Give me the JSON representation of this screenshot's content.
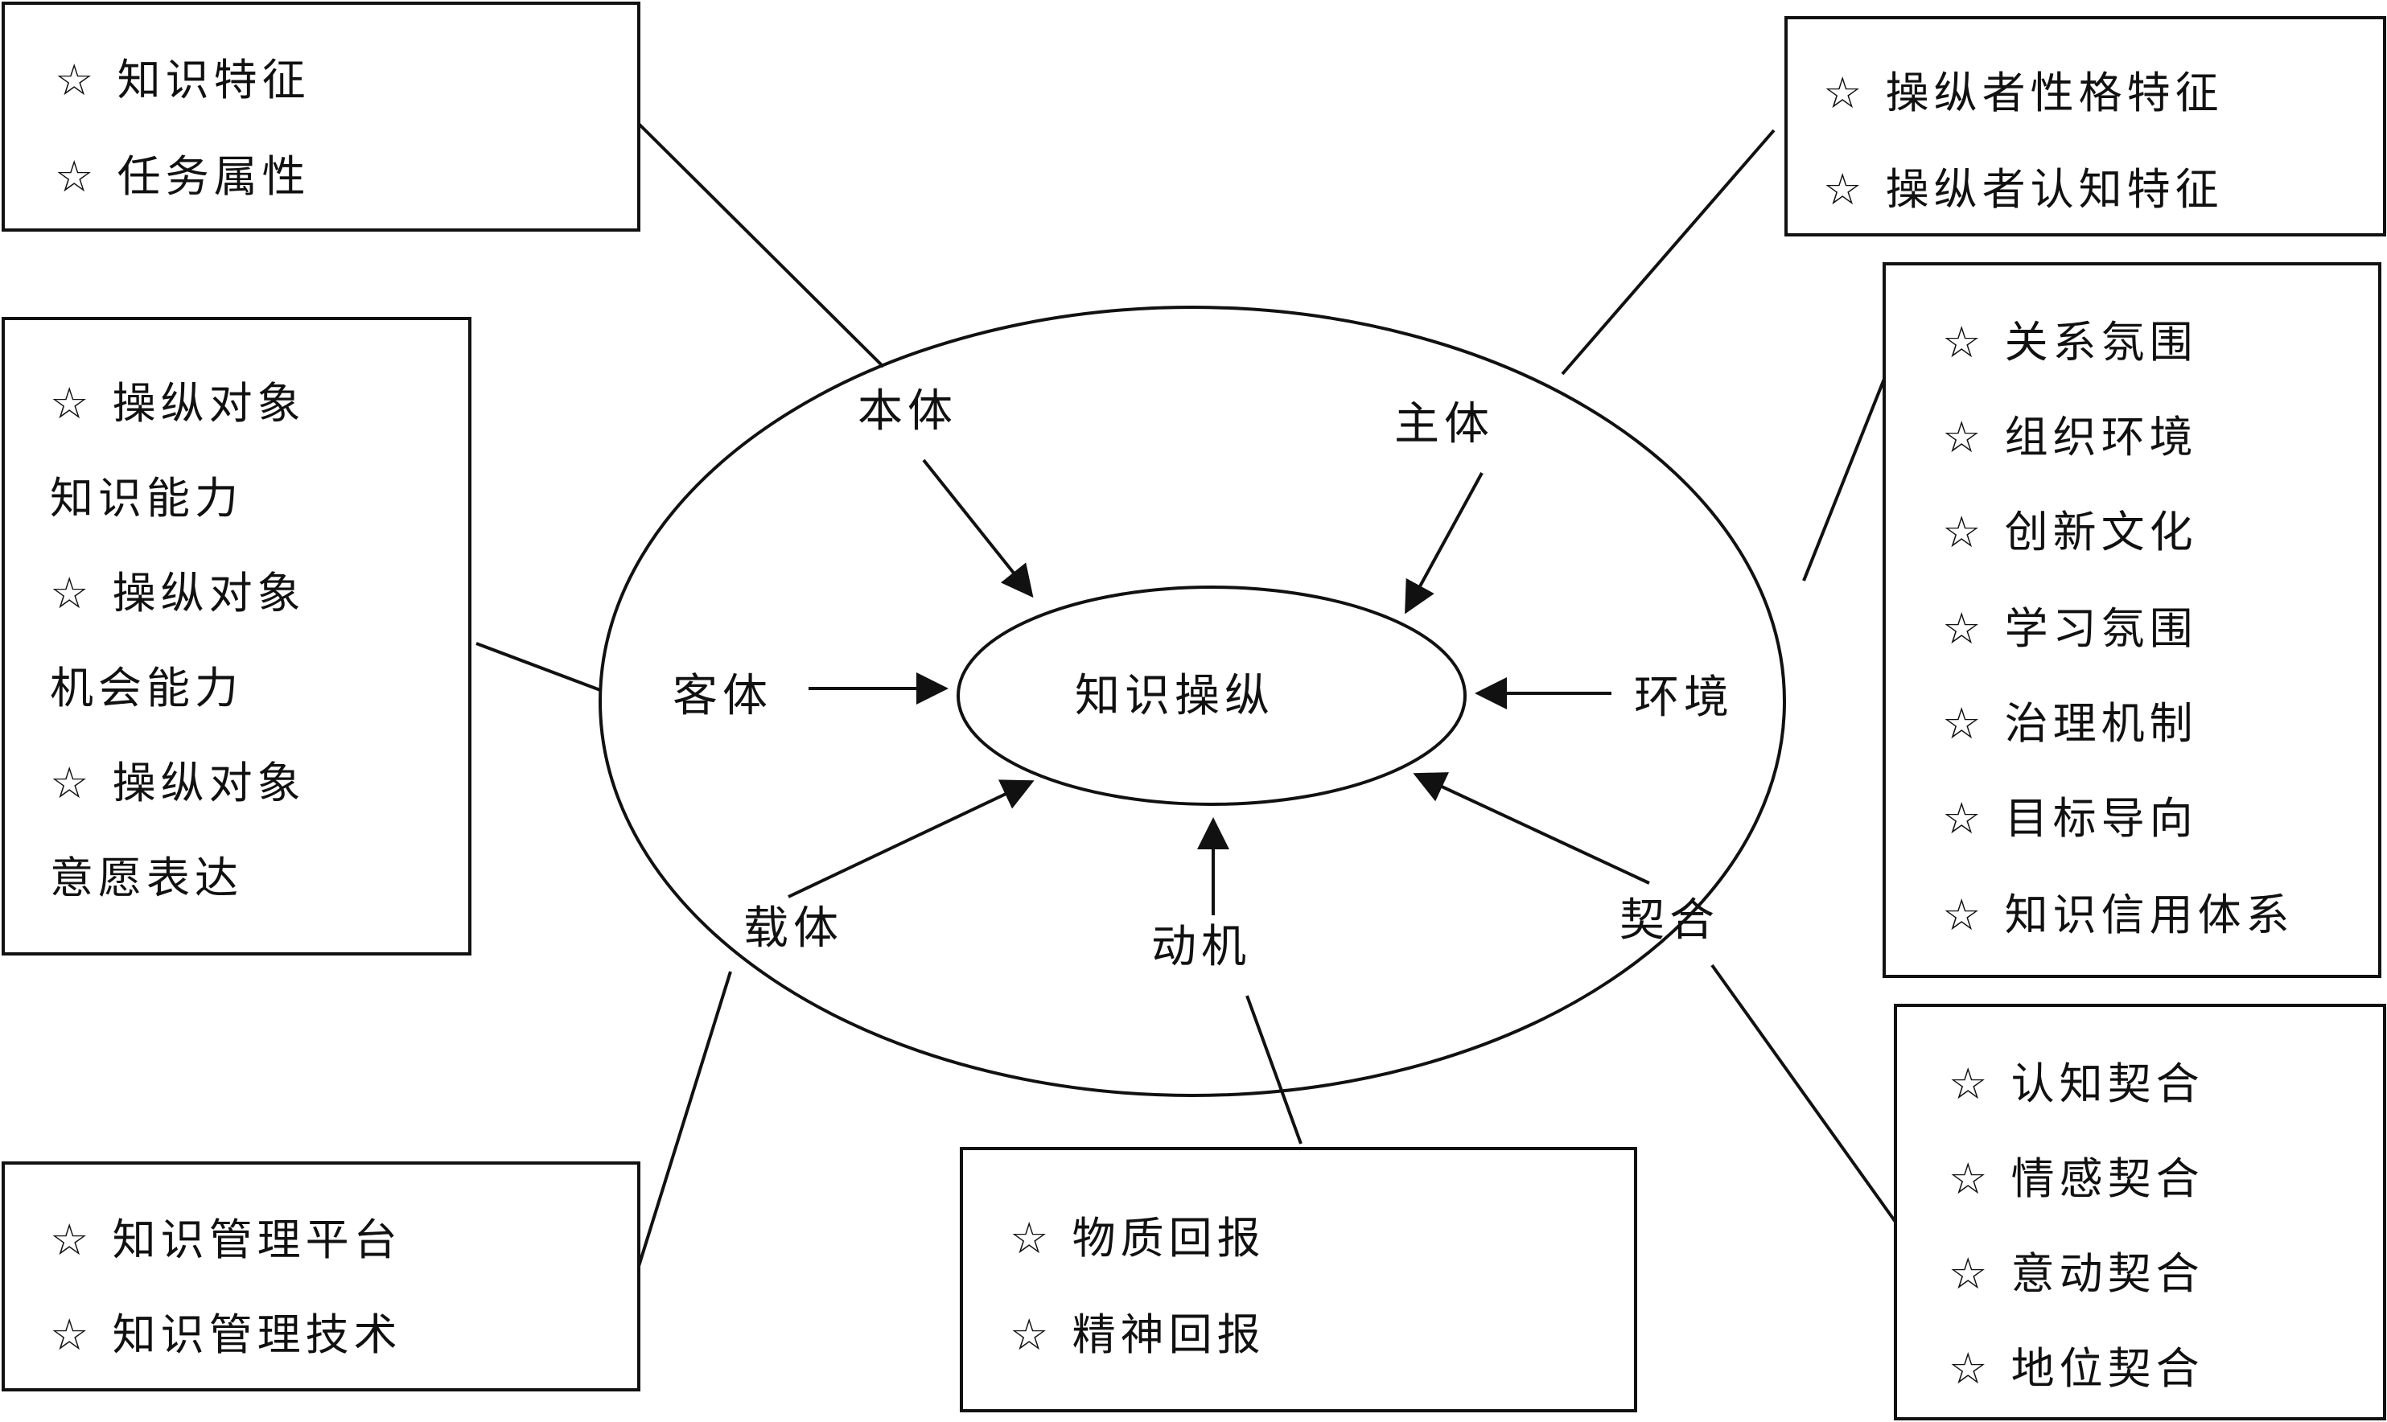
{
  "center": {
    "label": "知识操纵"
  },
  "factors": {
    "noumenon": "本体",
    "subject": "主体",
    "object": "客体",
    "environment": "环境",
    "carrier": "载体",
    "motivation": "动机",
    "fit": "契合"
  },
  "boxes": {
    "noumenon": [
      "☆ 知识特征",
      "☆ 任务属性"
    ],
    "subject": [
      "☆ 操纵者性格特征",
      "☆ 操纵者认知特征"
    ],
    "object": [
      "☆ 操纵对象",
      "知识能力",
      "☆ 操纵对象",
      "机会能力",
      "☆ 操纵对象",
      "意愿表达"
    ],
    "environment": [
      "☆ 关系氛围",
      "☆ 组织环境",
      "☆ 创新文化",
      "☆ 学习氛围",
      "☆ 治理机制",
      "☆ 目标导向",
      "☆ 知识信用体系"
    ],
    "carrier": [
      "☆ 知识管理平台",
      "☆ 知识管理技术"
    ],
    "motivation": [
      "☆ 物质回报",
      "☆ 精神回报"
    ],
    "fit": [
      "☆ 认知契合",
      "☆ 情感契合",
      "☆ 意动契合",
      "☆ 地位契合"
    ]
  }
}
